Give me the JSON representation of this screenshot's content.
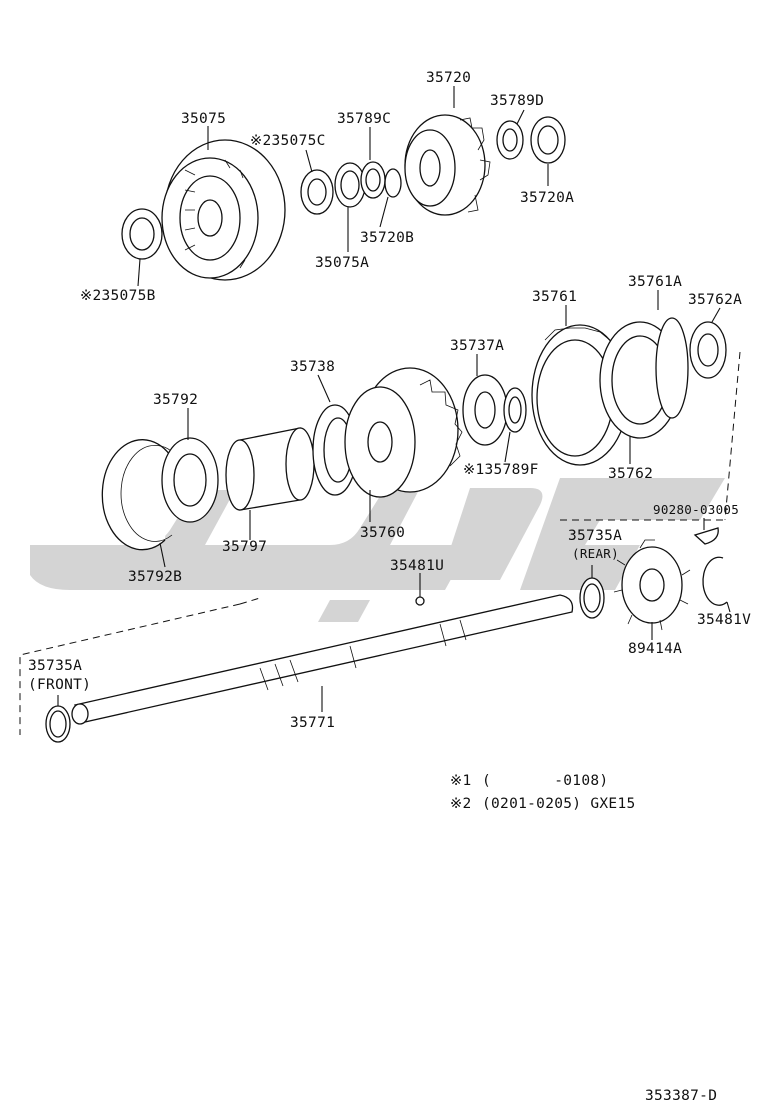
{
  "diagram": {
    "drawing_number": "353387-D",
    "parts": [
      {
        "id": "p35720",
        "label": "35720"
      },
      {
        "id": "p35075",
        "label": "35075"
      },
      {
        "id": "p35075c",
        "label": "※235075C"
      },
      {
        "id": "p35789c",
        "label": "35789C"
      },
      {
        "id": "p35789d",
        "label": "35789D"
      },
      {
        "id": "p35720a",
        "label": "35720A"
      },
      {
        "id": "p35720b",
        "label": "35720B"
      },
      {
        "id": "p35075a",
        "label": "35075A"
      },
      {
        "id": "p35075b",
        "label": "※235075B"
      },
      {
        "id": "p35761",
        "label": "35761"
      },
      {
        "id": "p35761a",
        "label": "35761A"
      },
      {
        "id": "p35762a",
        "label": "35762A"
      },
      {
        "id": "p35737a",
        "label": "35737A"
      },
      {
        "id": "p35738",
        "label": "35738"
      },
      {
        "id": "p35792",
        "label": "35792"
      },
      {
        "id": "p35789f",
        "label": "※135789F"
      },
      {
        "id": "p35762",
        "label": "35762"
      },
      {
        "id": "p35760",
        "label": "35760"
      },
      {
        "id": "p35797",
        "label": "35797"
      },
      {
        "id": "p35792b",
        "label": "35792B"
      },
      {
        "id": "p90280",
        "label": "90280-03005"
      },
      {
        "id": "p35735a_rear",
        "label": "35735A"
      },
      {
        "id": "p35735a_rear_note",
        "label": "(REAR)"
      },
      {
        "id": "p35481u",
        "label": "35481U"
      },
      {
        "id": "p35481v",
        "label": "35481V"
      },
      {
        "id": "p89414a",
        "label": "89414A"
      },
      {
        "id": "p35735a_front",
        "label": "35735A"
      },
      {
        "id": "p35735a_front_note",
        "label": "(FRONT)"
      },
      {
        "id": "p35771",
        "label": "35771"
      }
    ],
    "notes": [
      {
        "mark": "※1",
        "text": "(       -0108)"
      },
      {
        "mark": "※2",
        "text": "(0201-0205) GXE15"
      }
    ]
  }
}
